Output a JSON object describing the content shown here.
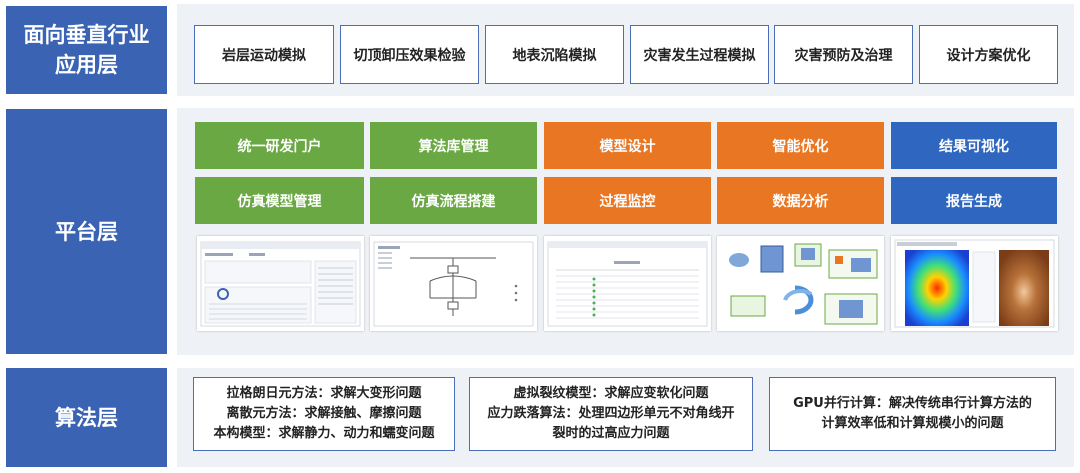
{
  "layers": {
    "application": {
      "label_line1": "面向垂直行业",
      "label_line2": "应用层"
    },
    "platform": {
      "label": "平台层"
    },
    "algorithm": {
      "label": "算法层"
    }
  },
  "application_items": [
    "岩层运动模拟",
    "切顶卸压效果检验",
    "地表沉陷模拟",
    "灾害发生过程模拟",
    "灾害预防及治理",
    "设计方案优化"
  ],
  "platform_modules": {
    "row1": [
      "统一研发门户",
      "算法库管理",
      "模型设计",
      "智能优化",
      "结果可视化"
    ],
    "row2": [
      "仿真模型管理",
      "仿真流程搭建",
      "过程监控",
      "数据分析",
      "报告生成"
    ]
  },
  "algorithm_items": [
    {
      "lines": [
        "拉格朗日元方法：求解大变形问题",
        "离散元方法：求解接触、摩擦问题",
        "本构模型：求解静力、动力和蠕变问题"
      ]
    },
    {
      "lines": [
        "虚拟裂纹模型：求解应变软化问题",
        "应力跌落算法：处理四边形单元不对角线开",
        "裂时的过高应力问题"
      ]
    },
    {
      "lines": [
        "GPU并行计算：解决传统串行计算方法的",
        "计算效率低和计算规模小的问题"
      ]
    }
  ],
  "colors": {
    "layer_blue": "#3a63b4",
    "green": "#6aa843",
    "orange": "#e97622",
    "blue": "#2f67c0",
    "panel": "#eef1f5"
  }
}
